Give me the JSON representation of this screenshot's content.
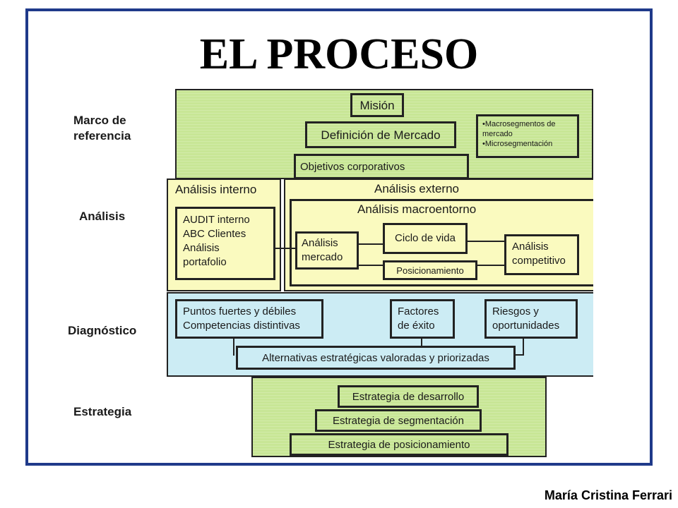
{
  "title": "EL PROCESO",
  "author": "María Cristina Ferrari",
  "rows": {
    "marco": [
      "Marco de",
      "referencia"
    ],
    "analisis": "Análisis",
    "diagnostico": "Diagnóstico",
    "estrategia": "Estrategia"
  },
  "marco": {
    "mision": "Misión",
    "definicion": "Definición de Mercado",
    "objetivos": "Objetivos corporativos",
    "segmentos": [
      "•Macrosegmentos de",
      "mercado",
      "•Microsegmentación"
    ]
  },
  "analisis": {
    "interno_title": "Análisis interno",
    "interno_items": [
      "AUDIT interno",
      "ABC Clientes",
      "Análisis",
      "portafolio"
    ],
    "externo_title": "Análisis externo",
    "macro_title": "Análisis macroentorno",
    "mercado": [
      "Análisis",
      "mercado"
    ],
    "ciclo": "Ciclo de vida",
    "posicionamiento": "Posicionamiento",
    "competitivo": [
      "Análisis",
      "competitivo"
    ]
  },
  "diagnostico": {
    "puntos": [
      "Puntos fuertes y débiles",
      "Competencias distintivas"
    ],
    "factores": [
      "Factores",
      "de éxito"
    ],
    "riesgos": [
      "Riesgos y",
      "oportunidades"
    ],
    "alternativas": "Alternativas estratégicas valoradas y priorizadas"
  },
  "estrategia": {
    "desarrollo": "Estrategia de desarrollo",
    "segmentacion": "Estrategia de segmentación",
    "posicionamiento": "Estrategia de posicionamiento"
  },
  "colors": {
    "frame": "#1f3a8a",
    "green": "#c8e696",
    "yellow": "#fafabf",
    "blue": "#ccecf4"
  }
}
